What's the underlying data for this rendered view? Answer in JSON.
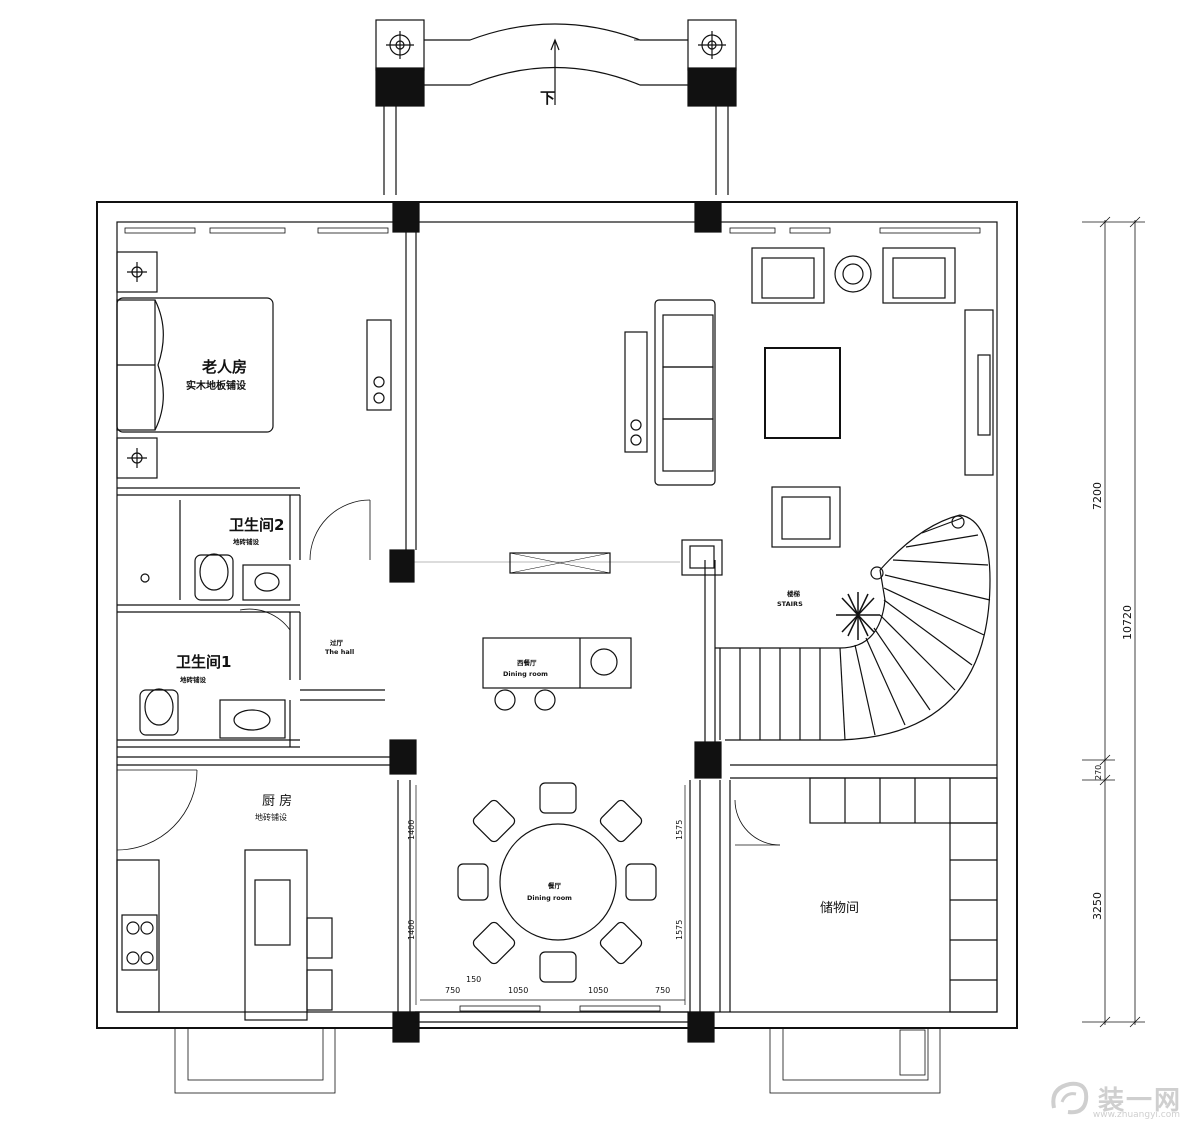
{
  "rooms": {
    "elderly_room": {
      "name": "老人房",
      "floor": "实木地板铺设"
    },
    "bathroom_2": {
      "name": "卫生间2",
      "floor": "地砖铺设"
    },
    "bathroom_1": {
      "name": "卫生间1",
      "floor": "地砖铺设"
    },
    "hall": {
      "name": "过厅",
      "name_en": "The hall"
    },
    "western_dining": {
      "name": "西餐厅",
      "name_en": "Dining room"
    },
    "dining_room": {
      "name": "餐厅",
      "name_en": "Dining room"
    },
    "stairs": {
      "name": "楼梯",
      "name_en": "STAIRS"
    },
    "kitchen": {
      "name": "厨 房",
      "floor": "地砖铺设"
    },
    "storage": {
      "name": "储物间"
    }
  },
  "stair_direction": "下",
  "dimensions": {
    "overall_height": "10720",
    "upper_segment": "7200",
    "middle_segment": "270",
    "lower_segment": "3250",
    "dining_west_top": "1400",
    "dining_west_bottom": "1400",
    "dining_east_top": "1575",
    "dining_east_bottom": "1575",
    "bottom_left_window": "750",
    "bottom_small": "150",
    "bottom_left_door": "1050",
    "bottom_right_door": "1050",
    "bottom_right_window": "750"
  },
  "watermark": {
    "brand": "装一网",
    "url": "www.zhuangyi.com"
  }
}
